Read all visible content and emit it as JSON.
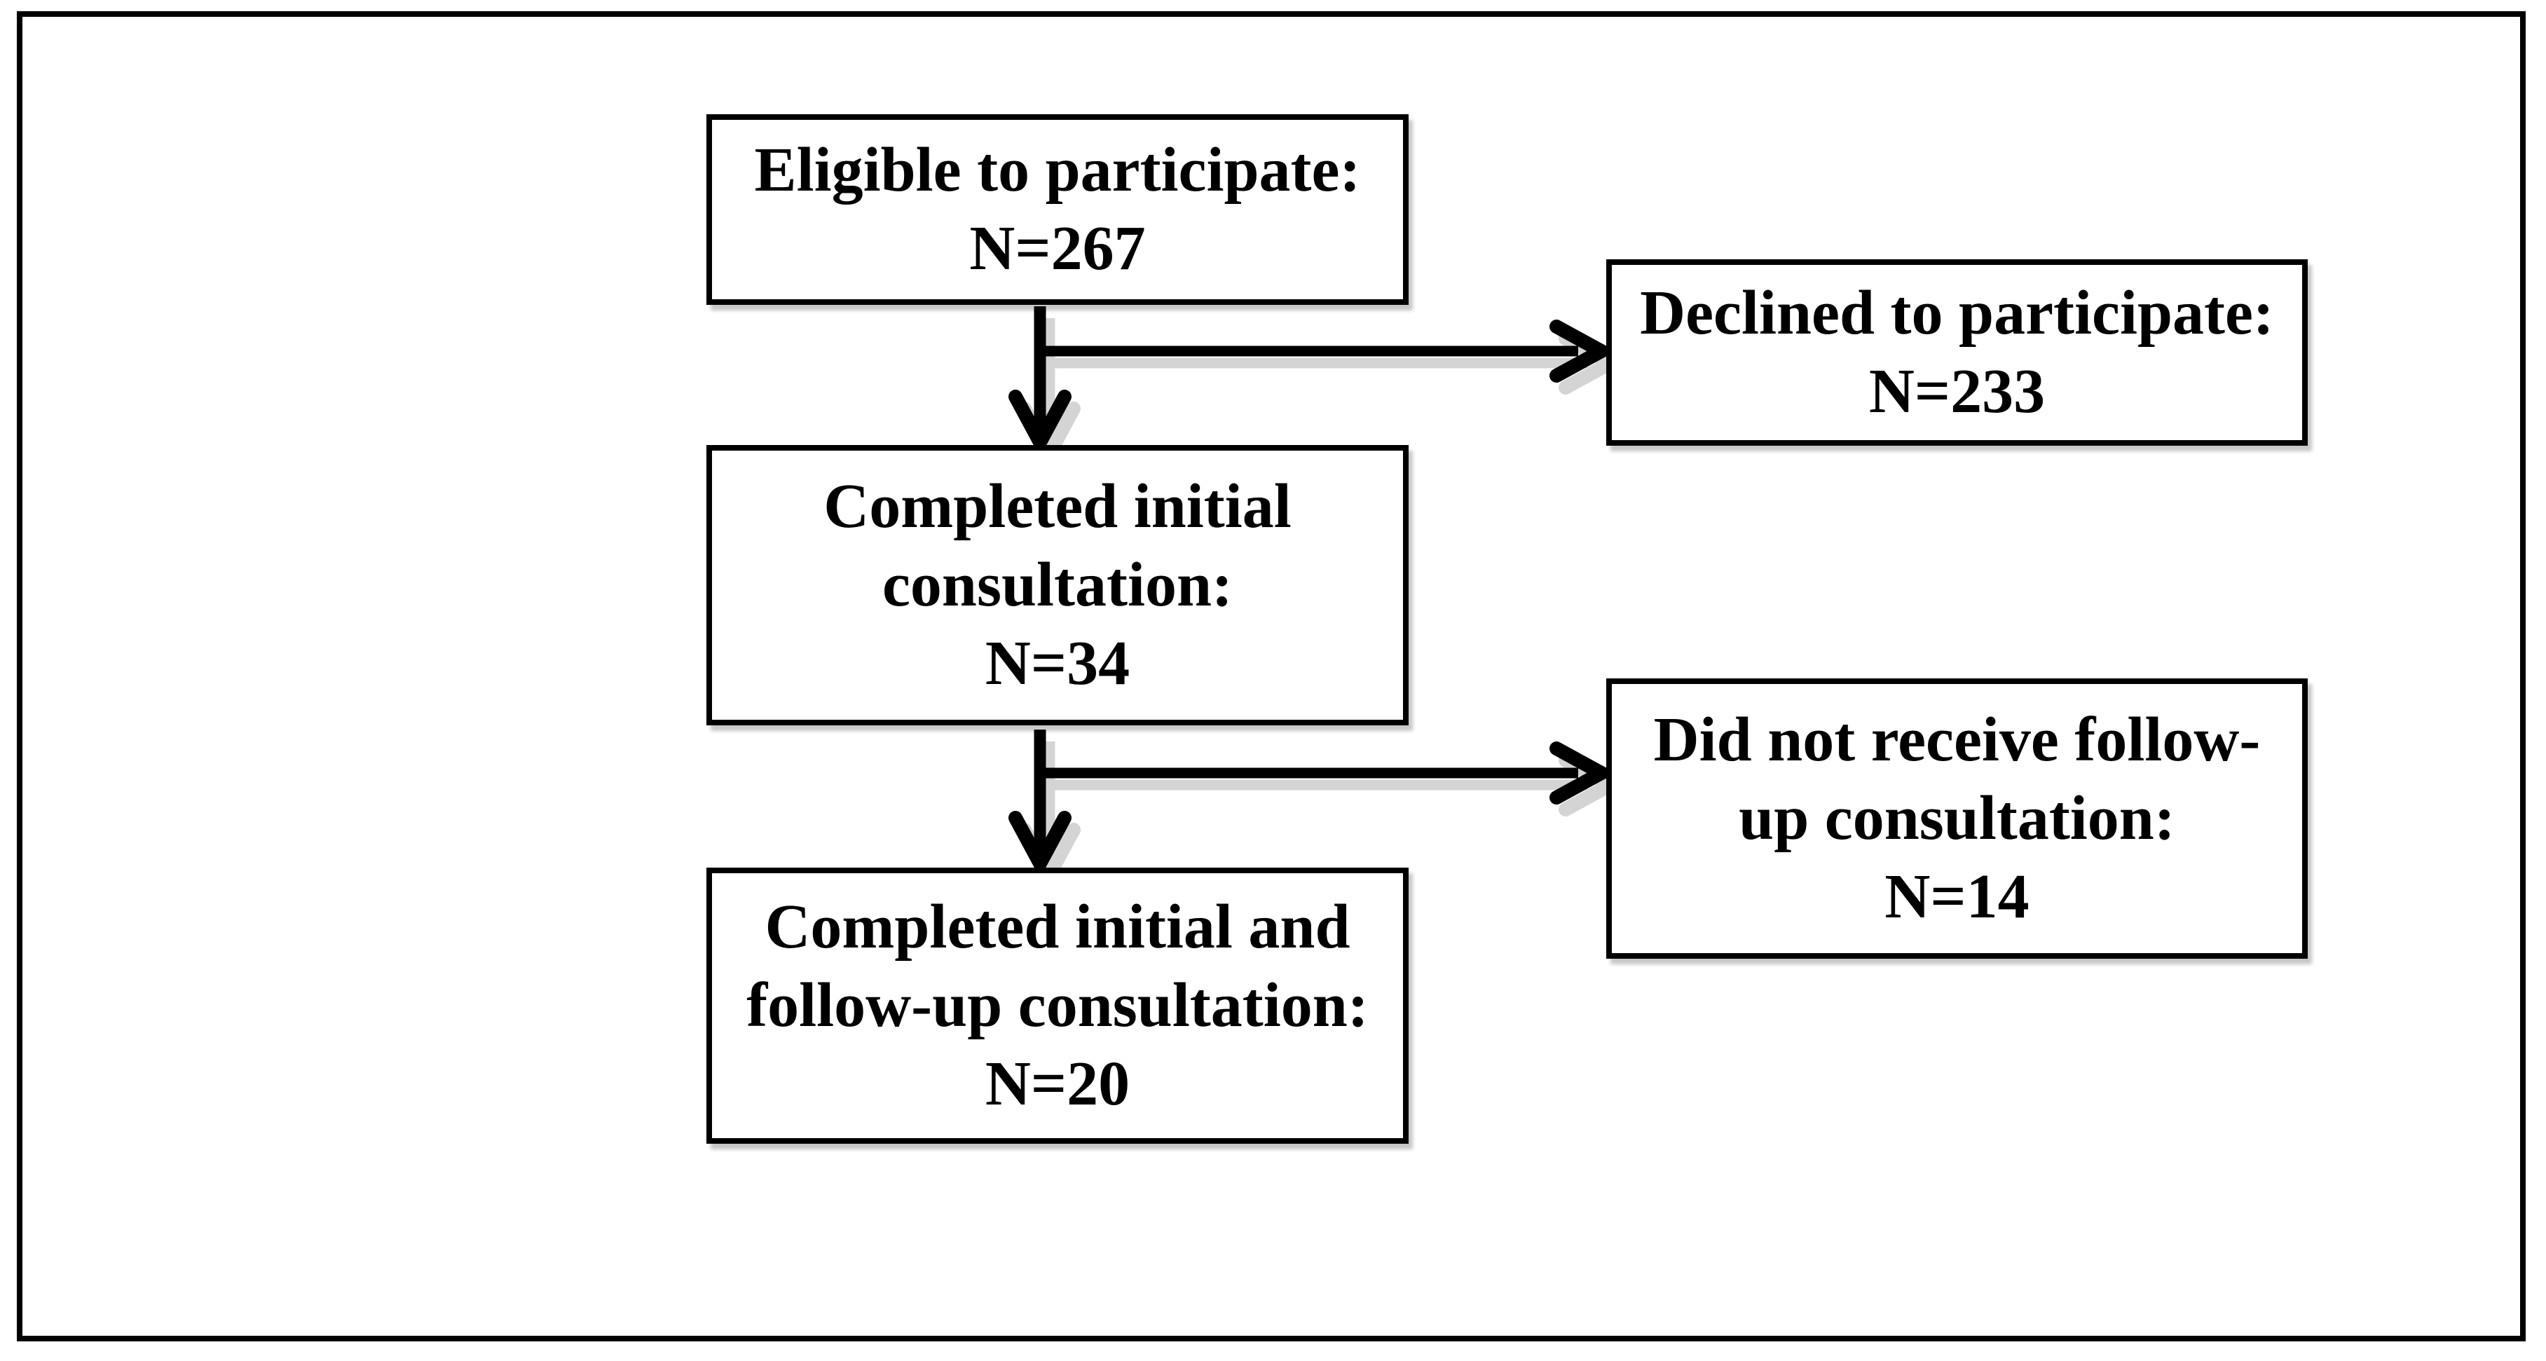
{
  "diagram": {
    "type": "flowchart",
    "background_color": "#ffffff",
    "border_color": "#000000",
    "text_color": "#000000",
    "arrow_color": "#000000",
    "boxes": {
      "eligible": {
        "text": "Eligible to participate:\nN=267",
        "n": 267
      },
      "declined": {
        "text": "Declined to participate:\nN=233",
        "n": 233
      },
      "completed_initial": {
        "text": "Completed initial\nconsultation:\nN=34",
        "n": 34
      },
      "no_followup": {
        "text": "Did not receive follow-\nup consultation:\nN=14",
        "n": 14
      },
      "completed_both": {
        "text": "Completed initial and\nfollow-up consultation:\nN=20",
        "n": 20
      }
    },
    "arrows": [
      {
        "from": "eligible",
        "to": "completed_initial",
        "direction": "down"
      },
      {
        "from": "eligible",
        "to": "declined",
        "direction": "right"
      },
      {
        "from": "completed_initial",
        "to": "completed_both",
        "direction": "down"
      },
      {
        "from": "completed_initial",
        "to": "no_followup",
        "direction": "right"
      }
    ]
  }
}
